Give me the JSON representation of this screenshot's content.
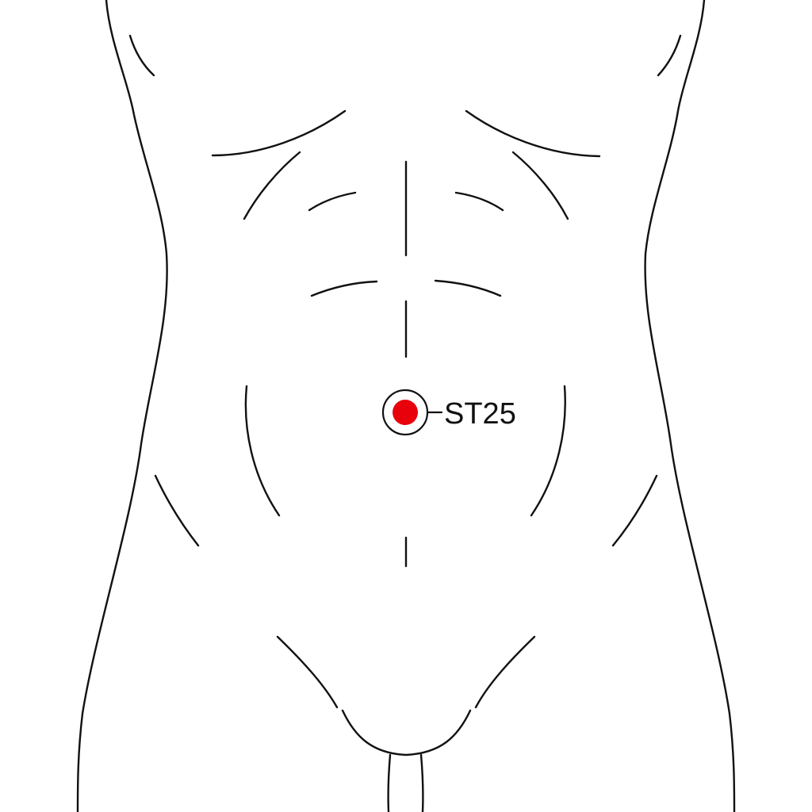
{
  "figure": {
    "subject": "abdomen-front-view",
    "colors": {
      "background": "#ffffff",
      "line": "#111111",
      "marker": "#e8000b"
    }
  },
  "acupoint": {
    "label": "ST25",
    "icon": "red-dot-marker"
  }
}
